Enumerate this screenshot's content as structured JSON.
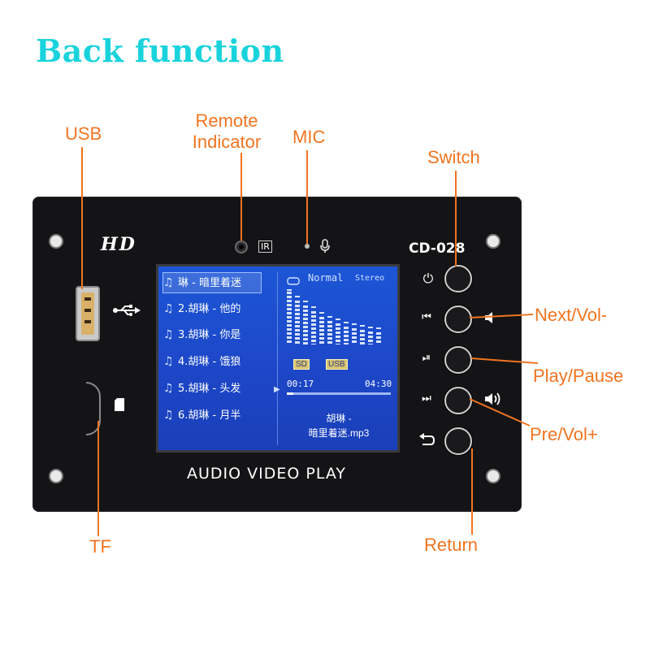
{
  "title": "Back function",
  "callouts": {
    "usb": "USB",
    "remote_line1": "Remote",
    "remote_line2": "Indicator",
    "mic": "MIC",
    "switch": "Switch",
    "next_vol": "Next/Vol-",
    "play_pause": "Play/Pause",
    "pre_vol": "Pre/Vol+",
    "return": "Return",
    "tf": "TF"
  },
  "board": {
    "logo": "HD",
    "model": "CD-028",
    "ir_label": "IR",
    "footer": "AUDIO VIDEO PLAY"
  },
  "screen": {
    "playlist": [
      "琳 - 暗里着迷",
      "2.胡琳 - 他的",
      "3.胡琳 - 你是",
      "4.胡琳 - 饿狼",
      "5.胡琳 - 头发",
      "6.胡琳 - 月半"
    ],
    "mode": "Normal",
    "channel": "Stereo",
    "badge_sd": "SD",
    "badge_usb": "USB",
    "elapsed": "00:17",
    "total": "04:30",
    "now_artist": "胡琳 -",
    "now_file": "暗里着迷.mp3",
    "spectrum_levels": [
      0.95,
      0.8,
      0.7,
      0.6,
      0.5,
      0.42,
      0.38,
      0.33,
      0.3,
      0.27,
      0.24,
      0.22
    ]
  },
  "colors": {
    "title": "#19d3dc",
    "callout": "#f07421",
    "board": "#141416",
    "screen": "#1d46c7"
  },
  "icons": {
    "power": "power-icon",
    "prev": "skip-back-icon",
    "play": "play-pause-icon",
    "next": "skip-forward-icon",
    "return": "return-icon",
    "vol_down": "volume-down-icon",
    "vol_up": "volume-up-icon",
    "usb": "usb-icon"
  }
}
